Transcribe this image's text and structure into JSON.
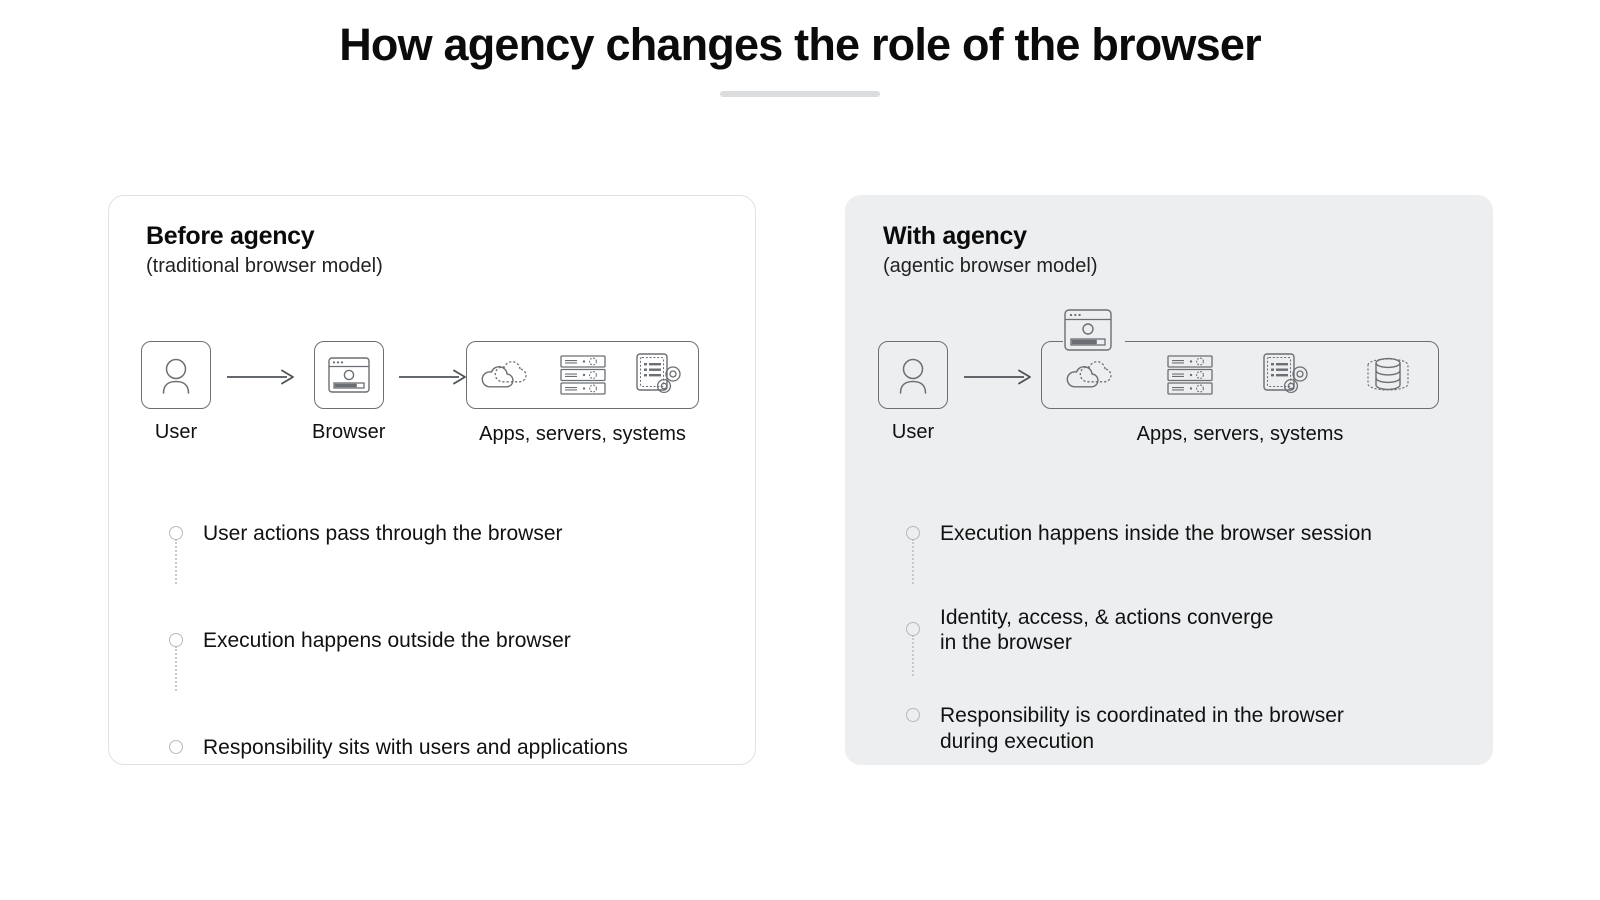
{
  "page": {
    "title": "How agency changes the role of the browser",
    "underline_color": "#dcdddf",
    "background": "#ffffff"
  },
  "cards": {
    "left": {
      "title": "Before agency",
      "subtitle": "(traditional browser model)",
      "background": "#ffffff",
      "border_color": "#dfe1e4",
      "diagram": {
        "nodes": [
          {
            "label": "User",
            "icon": "user-icon"
          },
          {
            "label": "Browser",
            "icon": "browser-window-icon"
          }
        ],
        "cluster": {
          "label": "Apps, servers, systems",
          "icons": [
            "cloud-icon",
            "server-rack-icon",
            "document-gears-icon"
          ]
        },
        "arrows": 2
      },
      "bullets": [
        "User actions pass through the browser",
        "Execution happens outside the browser",
        "Responsibility sits with users and applications"
      ]
    },
    "right": {
      "title": "With agency",
      "subtitle": "(agentic browser model)",
      "background": "#eceef0",
      "border_color": "#eceef0",
      "diagram": {
        "nodes": [
          {
            "label": "User",
            "icon": "user-icon"
          }
        ],
        "cluster": {
          "label": "Apps, servers, systems",
          "icons": [
            "cloud-icon",
            "server-rack-icon",
            "document-gears-icon",
            "database-icon"
          ],
          "overlay_icon": "browser-window-icon"
        },
        "arrows": 1
      },
      "bullets": [
        "Execution happens inside the browser session",
        "Identity, access, & actions converge\nin the browser",
        "Responsibility is coordinated in the browser\nduring execution"
      ]
    }
  },
  "colors": {
    "icon_stroke": "#6b6f73",
    "text": "#111111",
    "marker_border": "#b7babd",
    "dotted_line": "#c6c9cc"
  }
}
